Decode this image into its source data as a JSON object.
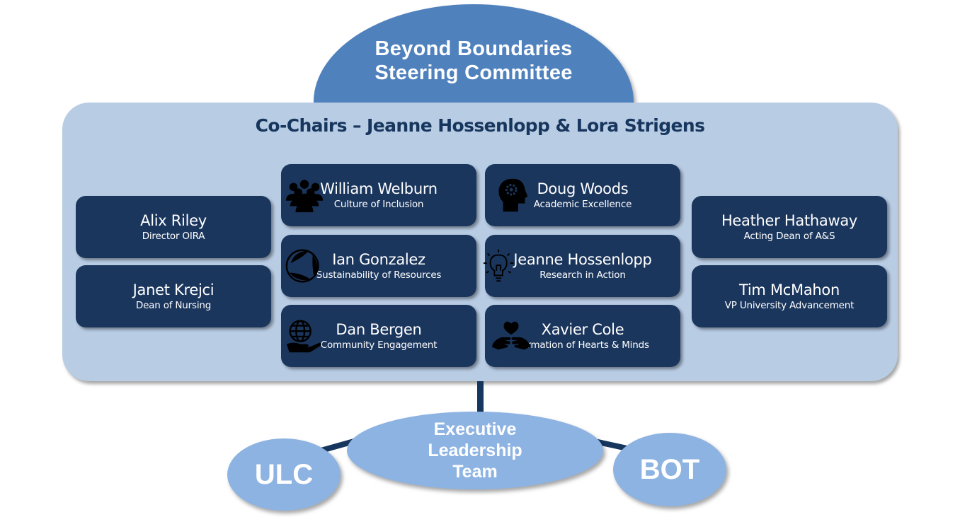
{
  "header": {
    "title_line1": "Beyond Boundaries",
    "title_line2": "Steering Committee"
  },
  "committee": {
    "cochairs": "Co-Chairs – Jeanne Hossenlopp & Lora Strigens",
    "left_members": [
      {
        "name": "Alix Riley",
        "role": "Director OIRA"
      },
      {
        "name": "Janet Krejci",
        "role": "Dean of Nursing"
      }
    ],
    "pillars_left": [
      {
        "name": "William Welburn",
        "role": "Culture of Inclusion",
        "icon": "people-group-icon"
      },
      {
        "name": "Ian Gonzalez",
        "role": "Sustainability of Resources",
        "icon": "leaf-cycle-icon"
      },
      {
        "name": "Dan Bergen",
        "role": "Community Engagement",
        "icon": "globe-hand-icon"
      }
    ],
    "pillars_right": [
      {
        "name": "Doug Woods",
        "role": "Academic Excellence",
        "icon": "head-gear-icon"
      },
      {
        "name": "Jeanne Hossenlopp",
        "role": "Research in Action",
        "icon": "lightbulb-icon"
      },
      {
        "name": "Xavier Cole",
        "role": "Formation of Hearts & Minds",
        "icon": "heart-hands-icon"
      }
    ],
    "right_members": [
      {
        "name": "Heather Hathaway",
        "role": "Acting Dean of A&S"
      },
      {
        "name": "Tim McMahon",
        "role": "VP University Advancement"
      }
    ]
  },
  "leadership": {
    "executive_line1": "Executive",
    "executive_line2": "Leadership",
    "executive_line3": "Team",
    "ulc": "ULC",
    "bot": "BOT"
  },
  "colors": {
    "dome": "#4f81bd",
    "panel": "#b8cce4",
    "box": "#1b365d",
    "ellipse": "#8db3e2",
    "connector": "#17365d"
  }
}
